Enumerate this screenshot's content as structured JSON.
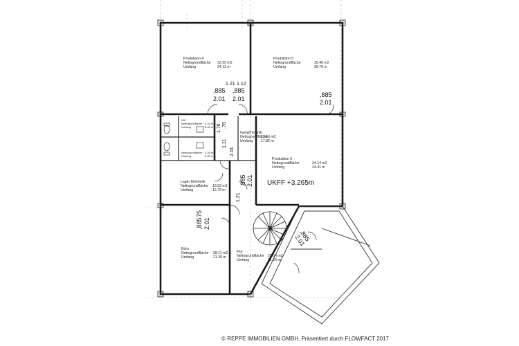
{
  "rooms": {
    "produktion4": {
      "name": "Produktion 4",
      "label_area": "Nettogrundfläche",
      "area": "32.95 m2",
      "label_perimeter": "Umfang",
      "perimeter": "24.12 m"
    },
    "produktion5": {
      "name": "Produktion 5",
      "label_area": "Nettogrundfläche",
      "area": "39.48 m2",
      "label_perimeter": "Umfang",
      "perimeter": "28.79 m"
    },
    "wc": {
      "name": "WC",
      "label_area": "Nettogrundfläche",
      "area": "4.16 m2",
      "label_perimeter": "Umfang",
      "perimeter": "8.45 m"
    },
    "wc2": {
      "label_area": "Nettogrundfläche",
      "area": "4.29 m2",
      "label_perimeter": "Umfang",
      "perimeter": "8.30 m"
    },
    "gang": {
      "name": "Gang/Technik",
      "label_area": "Nettogrundfläche",
      "area": "13.56 m2",
      "label_perimeter": "Umfang",
      "perimeter": "17.82 m"
    },
    "produktion6": {
      "name": "Produktion 6",
      "label_area": "Nettogrundfläche",
      "area": "34.14 m2",
      "label_perimeter": "Umfang",
      "perimeter": "24.41 m"
    },
    "lager": {
      "name": "Lager Kleinteile",
      "label_area": "Nettogrundfläche",
      "area": "13.52 m2",
      "label_perimeter": "Umfang",
      "perimeter": "15.79 m"
    },
    "buero": {
      "name": "Büro",
      "label_area": "Nettogrundfläche",
      "area": "28.11 m2",
      "label_perimeter": "Umfang",
      "perimeter": "21.39 m"
    },
    "flur": {
      "name": "Flur",
      "label_area": "Nettogrundfläche",
      "area": "25.04 m2",
      "label_perimeter": "Umfang",
      "perimeter": "21.26 m"
    }
  },
  "dimensions": {
    "d1": "1.21",
    "d2": "1.12",
    "d3": ",885",
    "d4": "2.01",
    "d5": ",885",
    "d6": "2.01",
    "d7": ",885",
    "d8": "2.01",
    "d9": "1.76",
    "d10": "1.11",
    "d11": ",76",
    "d12": "2.01",
    "d13": ",885",
    "d14": "2.01",
    "d15": "1.21",
    "d16": ",885",
    "d17": "75",
    "d18": "2.01",
    "d19": ",885",
    "d20": "2.01"
  },
  "elevation": "UKFF +3.265m",
  "copyright": "© REPPE IMMOBILIEN GMBH, Präsentiert durch FLOWFACT 2017"
}
